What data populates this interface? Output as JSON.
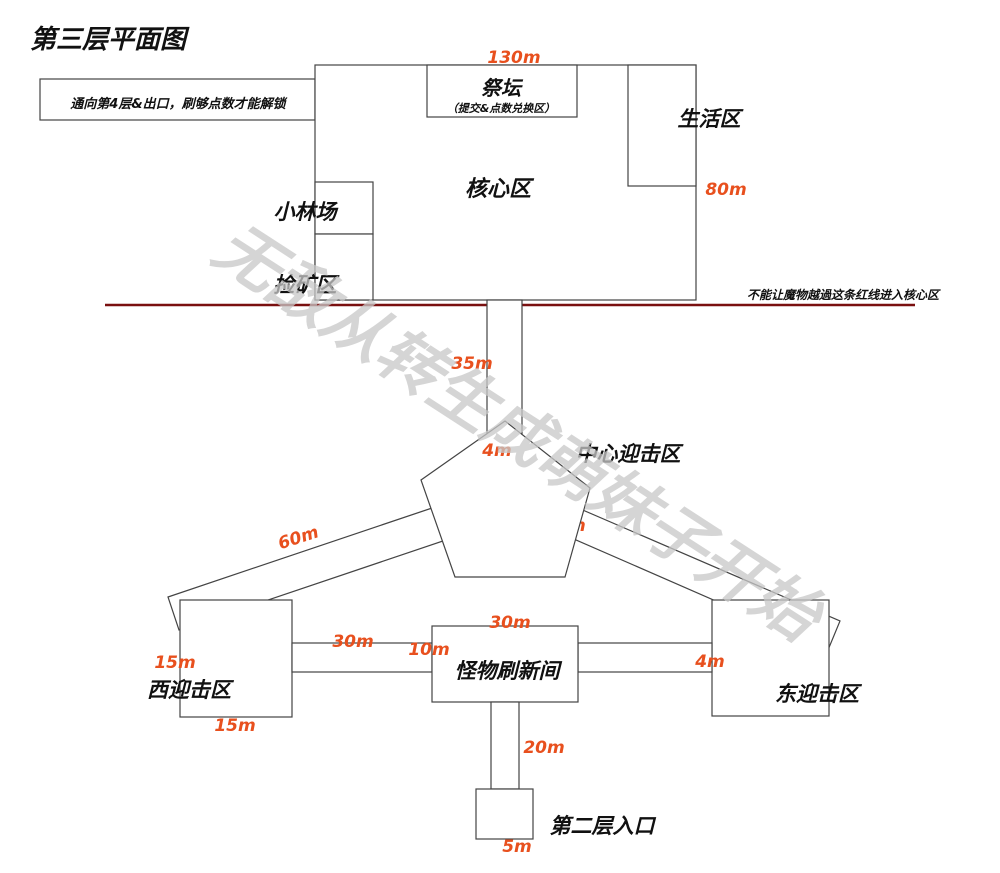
{
  "title": "第三层平面图",
  "watermark": "无敌从转生成萌妹子开始",
  "exit_note": "通向第4层&出口，刷够点数才能解锁",
  "redline_note": "不能让魔物越過这条红线进入核心区",
  "areas": {
    "core": "核心区",
    "altar": "祭坛",
    "altar_sub": "（提交&点数兑换区）",
    "living": "生活区",
    "grove": "小林场",
    "mine": "捡矿区",
    "center_intercept": "中心迎击区",
    "west_intercept": "西迎击区",
    "east_intercept": "东迎击区",
    "monster_room": "怪物刷新间",
    "entrance": "第二层入口"
  },
  "dimensions": {
    "core_width": "130m",
    "core_height": "80m",
    "corridor_core": "35m",
    "corridor_core_width": "4m",
    "corridor_west_length": "60m",
    "corridor_east_width": "5m",
    "monster_room_width": "30m",
    "corridor_west_room": "30m",
    "monster_room_height": "10m",
    "corridor_east_room": "4m",
    "west_room_height": "15m",
    "west_room_width": "15m",
    "corridor_entrance": "20m",
    "entrance_size": "5m"
  },
  "colors": {
    "red_line": "#7a1010",
    "dimension_text": "#e8501e",
    "outline": "#444444",
    "watermark": "#c8c8c8"
  }
}
